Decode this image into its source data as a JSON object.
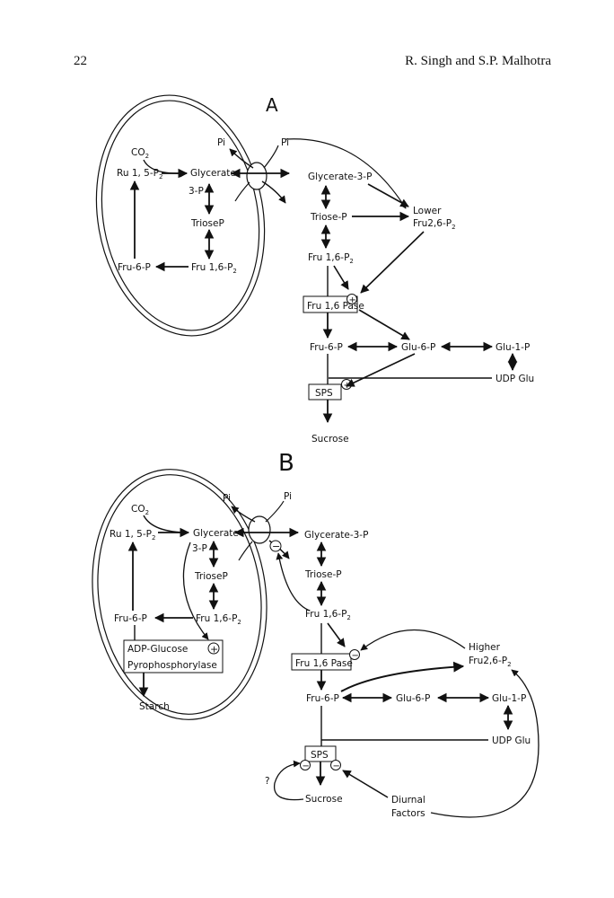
{
  "header": {
    "page_number": "22",
    "authors": "R. Singh and S.P. Malhotra"
  },
  "panel_a": {
    "panel_label": "A",
    "co2": "CO",
    "co2_sub": "2",
    "ru15p2": "Ru 1, 5-P",
    "ru15p2_sub": "2",
    "glycerate": "Glycerate",
    "three_p": "3-P",
    "triose_p_in": "TrioseP",
    "fru6p_in": "Fru-6-P",
    "fru16p2_in": "Fru 1,6-P",
    "fru16p2_in_sub": "2",
    "pi_in": "Pi",
    "pi_out": "Pi",
    "glycerate_3p": "Glycerate-3-P",
    "triose_p_out": "Triose-P",
    "lower": "Lower",
    "fru26p2": "Fru2,6-P",
    "fru26p2_sub": "2",
    "fru16p2_out": "Fru 1,6-P",
    "fru16p2_out_sub": "2",
    "fru16pase": "Fru 1,6 Pase",
    "fru6p_out": "Fru-6-P",
    "glu6p": "Glu-6-P",
    "glu1p": "Glu-1-P",
    "udp_glu": "UDP Glu",
    "sps": "SPS",
    "sucrose": "Sucrose"
  },
  "panel_b": {
    "panel_label": "B",
    "co2": "CO",
    "co2_sub": "2",
    "ru15p2": "Ru 1, 5-P",
    "ru15p2_sub": "2",
    "glycerate": "Glycerate",
    "three_p": "3-P",
    "triose_p_in": "TrioseP",
    "fru6p_in": "Fru-6-P",
    "fru16p2_in": "Fru 1,6-P",
    "fru16p2_in_sub": "2",
    "adp_glucose": "ADP-Glucose",
    "pyrophosphorylase": "Pyrophosphorylase",
    "starch": "Starch",
    "pi_in": "Pi",
    "pi_out": "Pi",
    "glycerate_3p": "Glycerate-3-P",
    "triose_p_out": "Triose-P",
    "fru16p2_out": "Fru 1,6-P",
    "fru16p2_out_sub": "2",
    "fru16pase": "Fru 1,6 Pase",
    "higher": "Higher",
    "fru26p2": "Fru2,6-P",
    "fru26p2_sub": "2",
    "fru6p_out": "Fru-6-P",
    "glu6p": "Glu-6-P",
    "glu1p": "Glu-1-P",
    "udp_glu": "UDP Glu",
    "sps": "SPS",
    "question": "?",
    "sucrose": "Sucrose",
    "diurnal": "Diurnal",
    "factors": "Factors"
  },
  "symbols": {
    "activation": "+",
    "inhibition": "−"
  }
}
